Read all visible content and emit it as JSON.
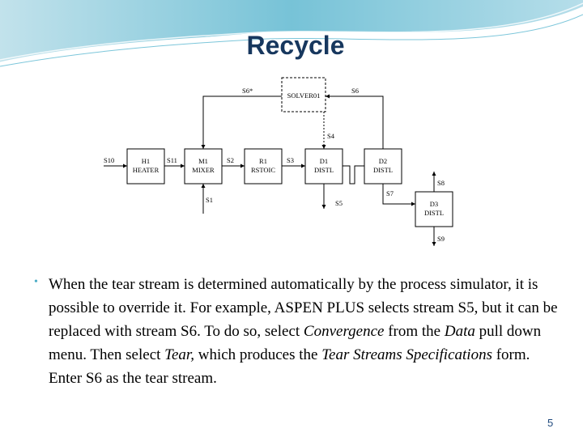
{
  "slide": {
    "title": "Recycle",
    "page_number": "5",
    "bullet_symbol": "",
    "paragraph": [
      {
        "text": "When the tear stream is determined automatically by the process simulator, it is possible to override it. For example, ASPEN PLUS selects stream S5, but it can be replaced with stream S6. To do so, select ",
        "italic": false
      },
      {
        "text": "Convergence",
        "italic": true
      },
      {
        "text": " from the ",
        "italic": false
      },
      {
        "text": "Data",
        "italic": true
      },
      {
        "text": " pull down menu. Then select ",
        "italic": false
      },
      {
        "text": "Tear,",
        "italic": true
      },
      {
        "text": " which produces the ",
        "italic": false
      },
      {
        "text": "Tear Streams Specifications",
        "italic": true
      },
      {
        "text": " form. Enter S6 as the tear stream.",
        "italic": false
      }
    ]
  },
  "diagram": {
    "blocks": {
      "solver": "SOLVER01",
      "h1": {
        "id": "H1",
        "type": "HEATER"
      },
      "m1": {
        "id": "M1",
        "type": "MIXER"
      },
      "r1": {
        "id": "R1",
        "type": "RSTOIC"
      },
      "d1": {
        "id": "D1",
        "type": "DISTL"
      },
      "d2": {
        "id": "D2",
        "type": "DISTL"
      },
      "d3": {
        "id": "D3",
        "type": "DISTL"
      }
    },
    "streams": {
      "s10": "S10",
      "s11": "S11",
      "s2": "S2",
      "s3": "S3",
      "s1": "S1",
      "s4": "S4",
      "s5": "S5",
      "s6": "S6",
      "s6star": "S6*",
      "s7": "S7",
      "s8": "S8",
      "s9": "S9"
    }
  },
  "colors": {
    "title": "#17375e",
    "accent": "#4bacc6",
    "page_number": "#1f497d"
  }
}
